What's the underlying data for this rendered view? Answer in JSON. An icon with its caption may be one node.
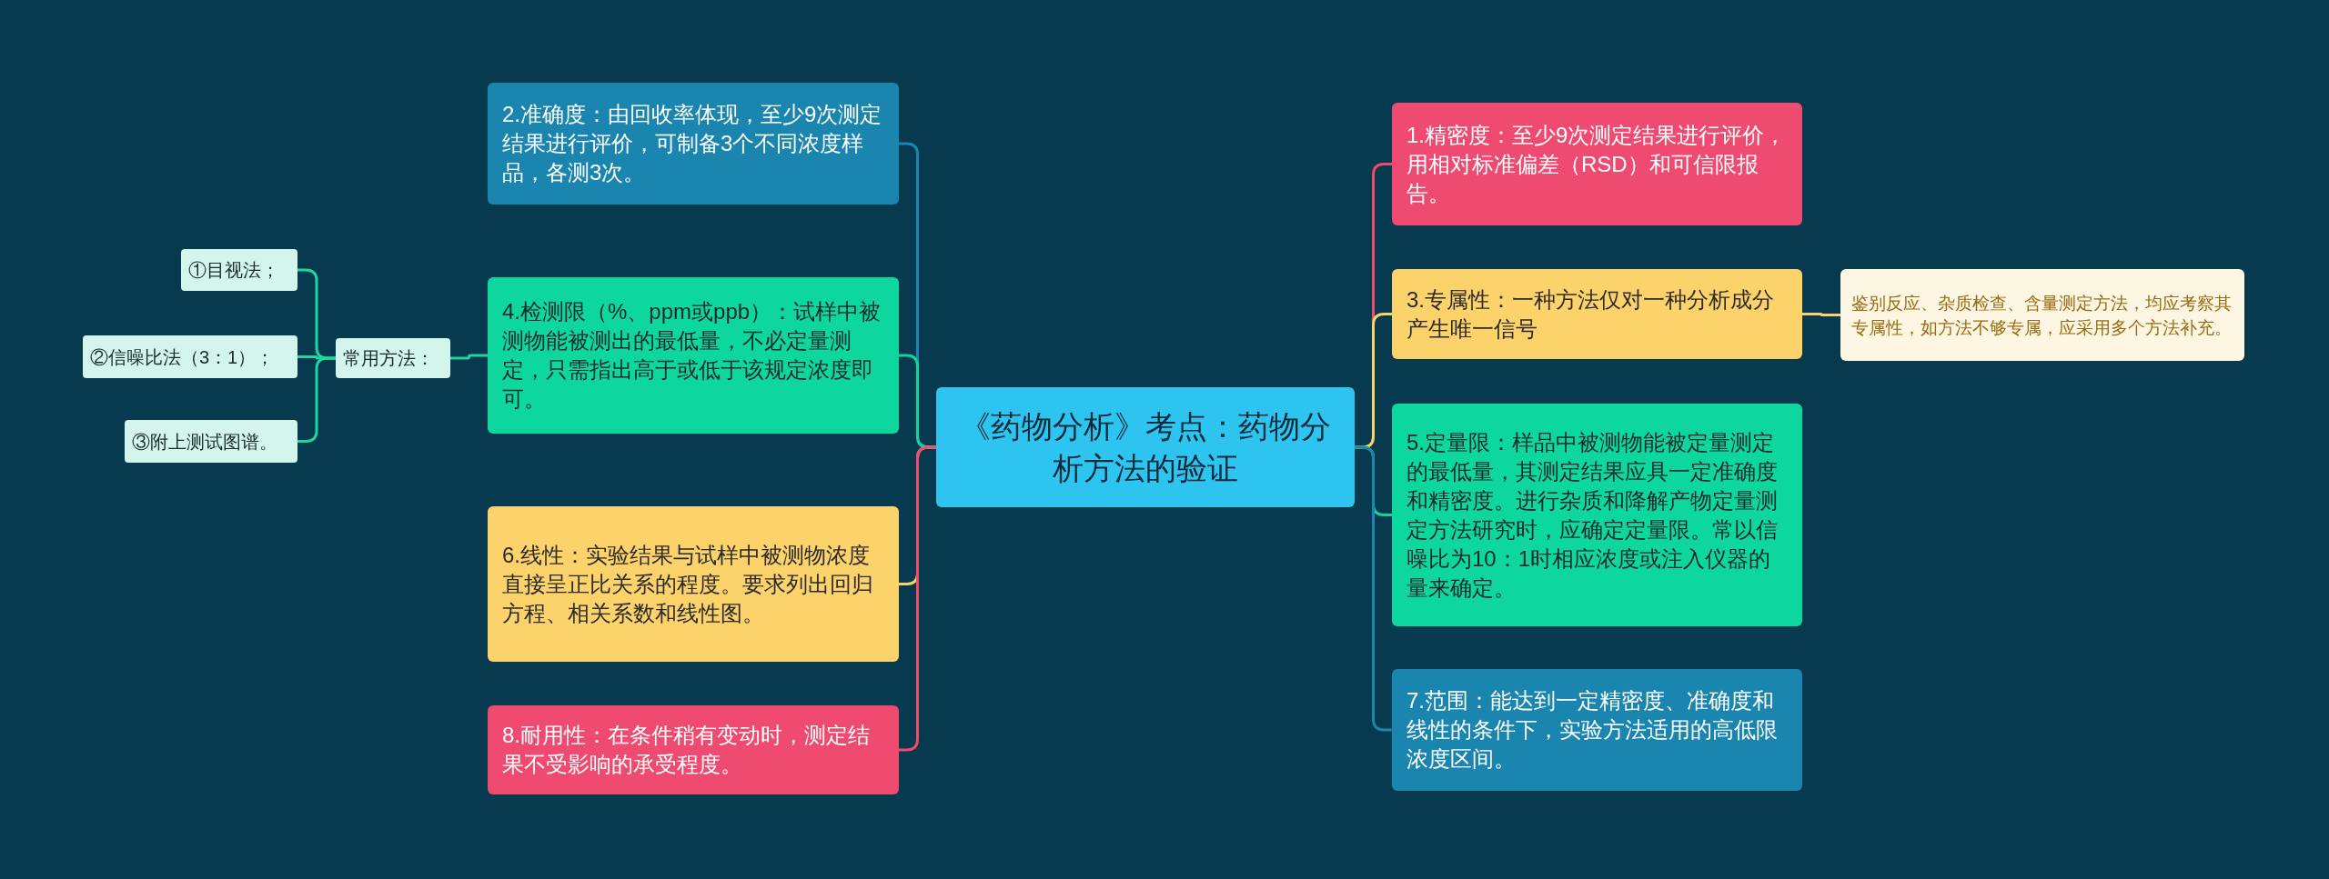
{
  "diagram": {
    "nodes": [
      {
        "text": [
          "《药物分析》考点：药物分析方法的验证"
        ]
      },
      {
        "text": [
          "1.精密度：至少9次测定结果进行评价，用相对标准偏差（RSD）和可信限报告。"
        ]
      },
      {
        "text": [
          "3.专属性：一种方法仅对一种分析成分产生唯一信号"
        ]
      },
      {
        "text": [
          "鉴别反应、杂质检查、含量测定方法，均应考察其专属性，如方法不够专属，应采用多个方法补充。"
        ]
      },
      {
        "text": [
          "5.定量限：样品中被测物能被定量测定的最低量，其测定结果应具一定准确度和精密度。进行杂质和降解产物定量测定方法研究时，应确定定量限。常以信噪比为10：1时相应浓度或注入仪器的量来确定。"
        ]
      },
      {
        "text": [
          "7.范围：能达到一定精密度、准确度和线性的条件下，实验方法适用的高低限浓度区间。"
        ]
      },
      {
        "text": [
          "2.准确度：由回收率体现，至少9次测定结果进行评价，可制备3个不同浓度样品，各测3次。"
        ]
      },
      {
        "text": [
          "4.检测限（%、ppm或ppb）：试样中被测物能被测出的最低量，不必定量测定，只需指出高于或低于该规定浓度即可。"
        ]
      },
      {
        "text": [
          "常用方法："
        ]
      },
      {
        "text": [
          "①目视法；"
        ]
      },
      {
        "text": [
          "②信噪比法（3：1）；"
        ]
      },
      {
        "text": [
          "③附上测试图谱。"
        ]
      },
      {
        "text": [
          "6.线性：实验结果与试样中被测物浓度直接呈正比关系的程度。要求列出回归方程、相关系数和线性图。"
        ]
      },
      {
        "text": [
          "8.耐用性：在条件稍有变动时，测定结果不受影响的承受程度。"
        ]
      }
    ],
    "edges": [
      {
        "from": 0,
        "to": 1,
        "arrow": "none",
        "color": "#ef4a6f"
      },
      {
        "from": 0,
        "to": 2,
        "arrow": "none",
        "color": "#fcd26b"
      },
      {
        "from": 2,
        "to": 3,
        "arrow": "none",
        "color": "#fcd26b"
      },
      {
        "from": 0,
        "to": 4,
        "arrow": "none",
        "color": "#0dd69e"
      },
      {
        "from": 0,
        "to": 5,
        "arrow": "none",
        "color": "#1a86b0"
      },
      {
        "from": 0,
        "to": 6,
        "arrow": "none",
        "color": "#1a86b0"
      },
      {
        "from": 0,
        "to": 7,
        "arrow": "none",
        "color": "#0dd69e"
      },
      {
        "from": 7,
        "to": 8,
        "arrow": "none",
        "color": "#1fd6a0"
      },
      {
        "from": 8,
        "to": 9,
        "arrow": "none",
        "color": "#1fd6a0"
      },
      {
        "from": 8,
        "to": 10,
        "arrow": "none",
        "color": "#1fd6a0"
      },
      {
        "from": 8,
        "to": 11,
        "arrow": "none",
        "color": "#1fd6a0"
      },
      {
        "from": 0,
        "to": 12,
        "arrow": "none",
        "color": "#fcd26b"
      },
      {
        "from": 0,
        "to": 13,
        "arrow": "none",
        "color": "#ef4a6f"
      }
    ]
  }
}
